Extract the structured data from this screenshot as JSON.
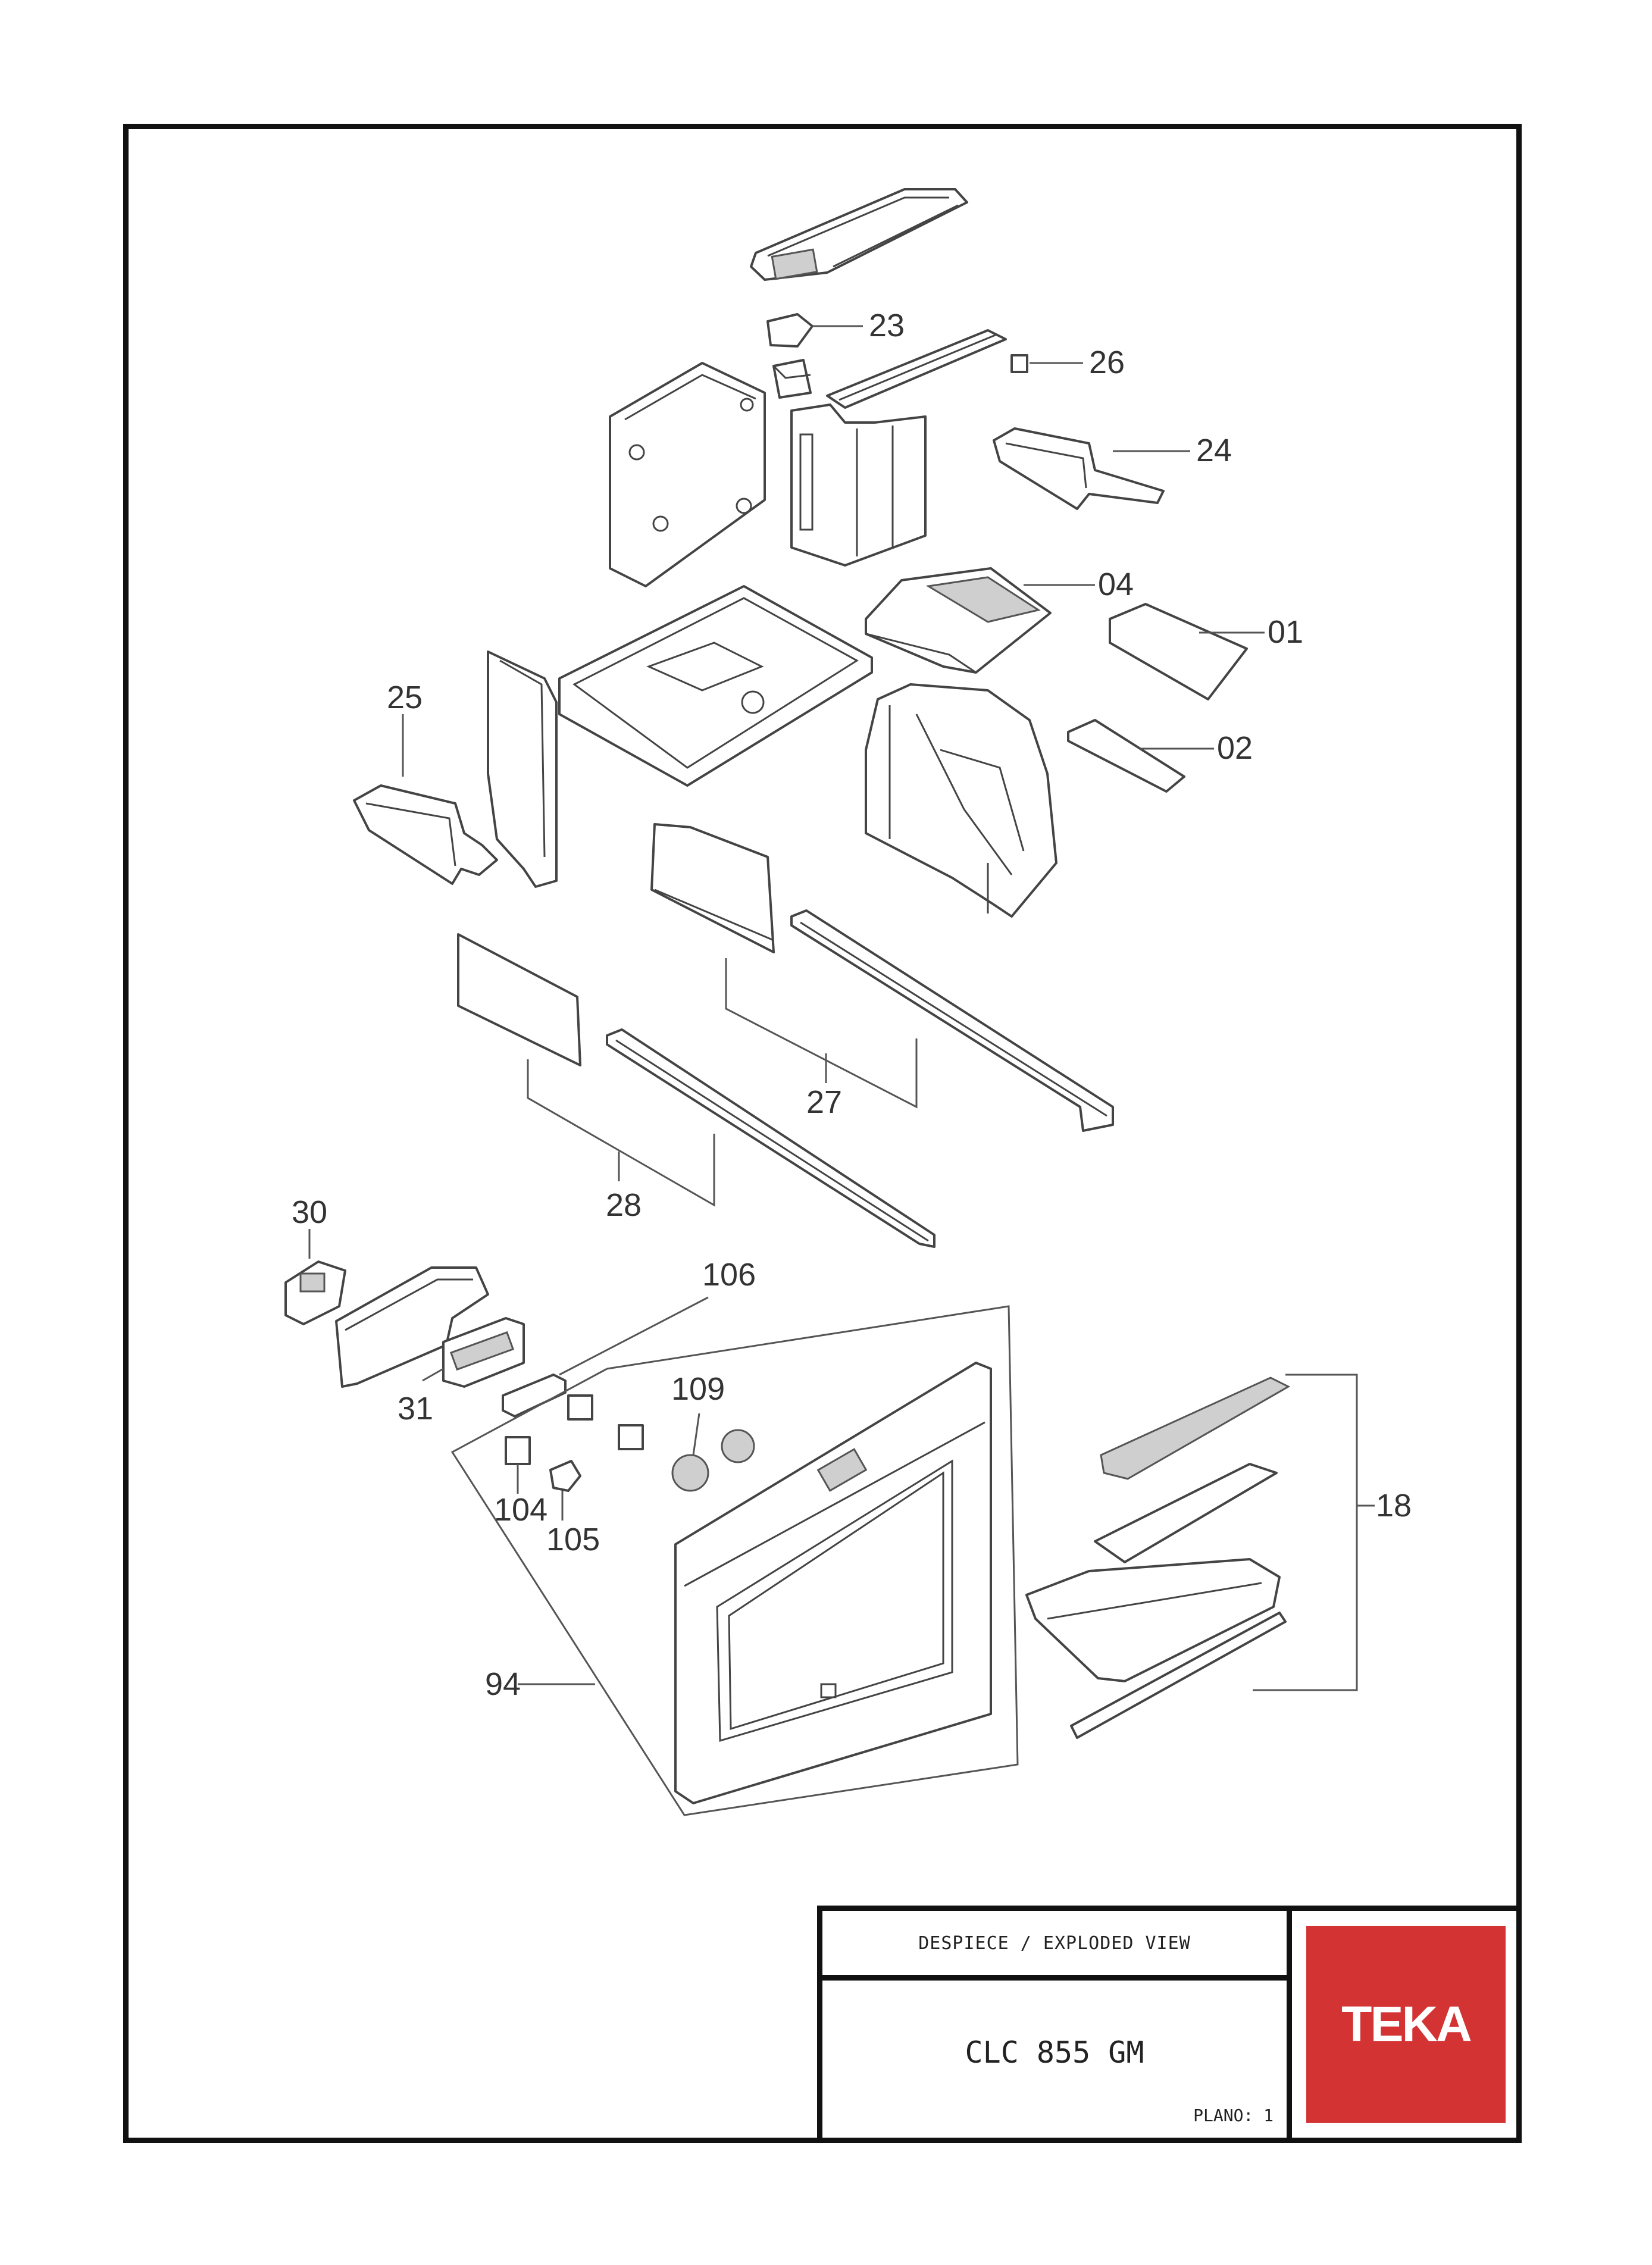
{
  "labels": {
    "l23": "23",
    "l26": "26",
    "l24": "24",
    "l04": "04",
    "l01": "01",
    "l25": "25",
    "l02": "02",
    "l27": "27",
    "l28": "28",
    "l30": "30",
    "l106": "106",
    "l109": "109",
    "l31": "31",
    "l18": "18",
    "l104": "104",
    "l105": "105",
    "l94": "94"
  },
  "title_block": {
    "title": "DESPIECE / EXPLODED VIEW",
    "model": "CLC 855 GM",
    "plano": "PLANO: 1"
  },
  "logo": {
    "text": "TEKA",
    "color": "#d43334"
  }
}
